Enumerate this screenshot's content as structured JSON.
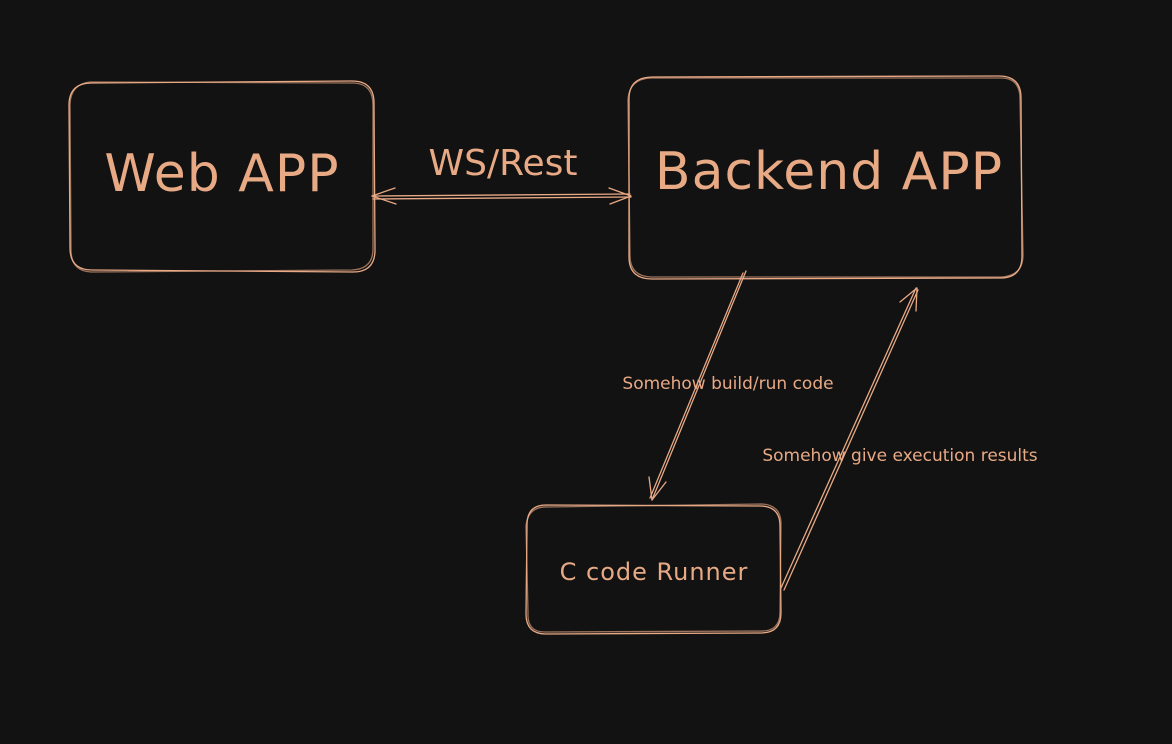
{
  "nodes": {
    "web_app": {
      "label": "Web APP"
    },
    "backend_app": {
      "label": "Backend APP"
    },
    "c_code_runner": {
      "label": "C code Runner"
    }
  },
  "edges": {
    "web_backend": {
      "label": "WS/Rest"
    },
    "backend_to_runner": {
      "label": "Somehow build/run code"
    },
    "runner_to_backend": {
      "label": "Somehow give execution results"
    }
  },
  "colors": {
    "background": "#121212",
    "stroke": "#e8a985",
    "text": "#e8a985"
  }
}
